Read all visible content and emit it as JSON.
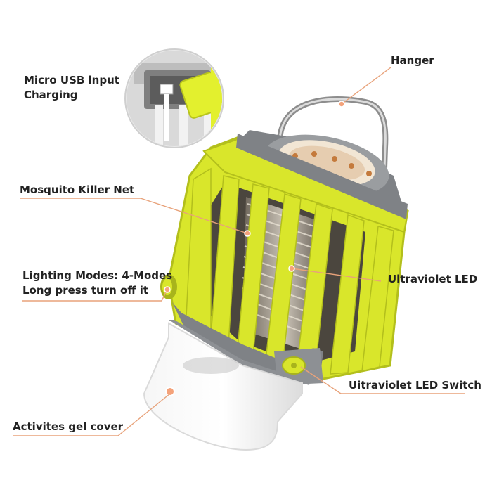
{
  "labels": {
    "micro_usb": [
      "Micro USB lnput",
      "Charging"
    ],
    "hanger": "Hanger",
    "mosquito_net": "Mosquito Killer Net",
    "lighting_modes": [
      "Lighting Modes: 4-Modes",
      "Long press turn off it"
    ],
    "uv_led": "Ultraviolet LED",
    "uv_switch": "Uitraviolet LED Switch",
    "gel_cover": "Activites gel cover"
  },
  "colors": {
    "cage": "#d9e62b",
    "cage_shadow": "#b3bf1c",
    "body_gray": "#8a8d90",
    "leader_line": "#e8a27a",
    "diffuser": "#eeeeee"
  }
}
